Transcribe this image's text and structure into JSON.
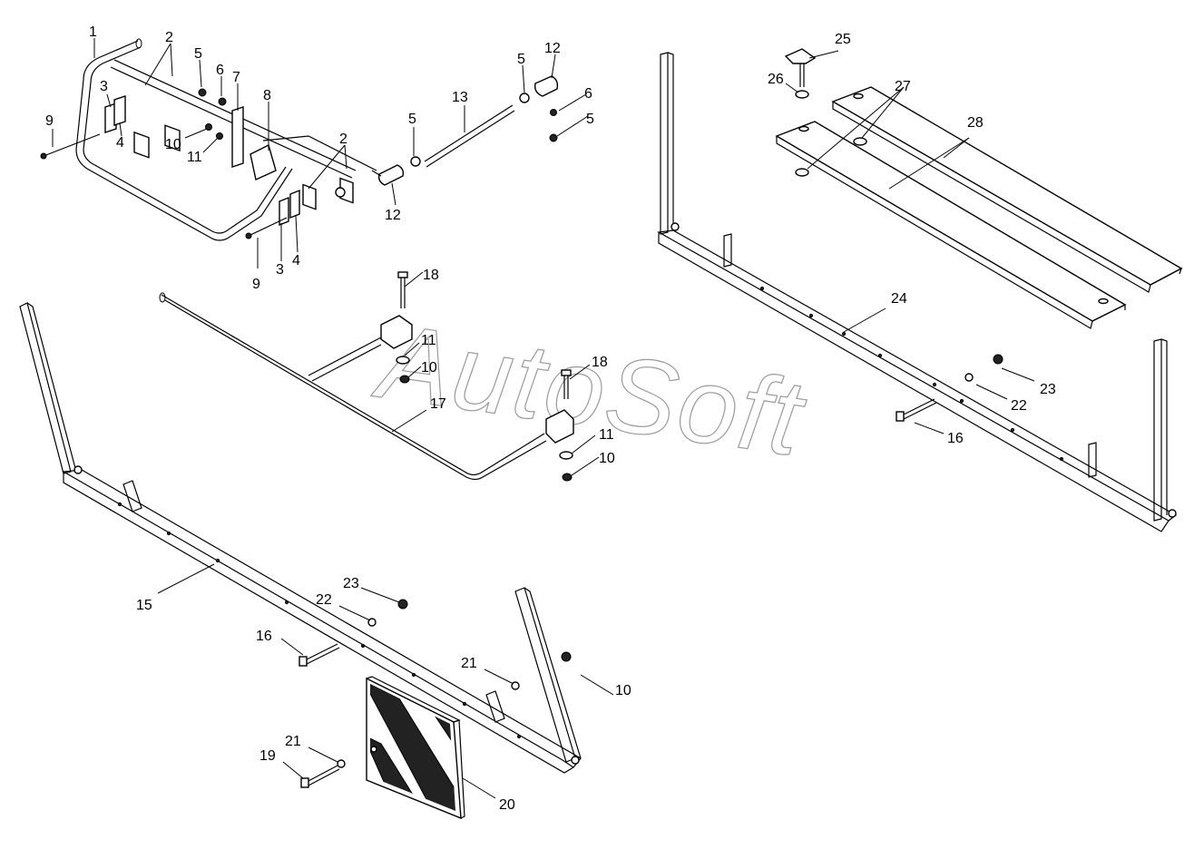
{
  "watermark": "AutoSoft",
  "callouts": [
    {
      "id": "c1",
      "text": "1"
    },
    {
      "id": "c2a",
      "text": "2"
    },
    {
      "id": "c2b",
      "text": "2"
    },
    {
      "id": "c3a",
      "text": "3"
    },
    {
      "id": "c3b",
      "text": "3"
    },
    {
      "id": "c4a",
      "text": "4"
    },
    {
      "id": "c4b",
      "text": "4"
    },
    {
      "id": "c5a",
      "text": "5"
    },
    {
      "id": "c5b",
      "text": "5"
    },
    {
      "id": "c5c",
      "text": "5"
    },
    {
      "id": "c5d",
      "text": "5"
    },
    {
      "id": "c6a",
      "text": "6"
    },
    {
      "id": "c6b",
      "text": "6"
    },
    {
      "id": "c7",
      "text": "7"
    },
    {
      "id": "c8",
      "text": "8"
    },
    {
      "id": "c9a",
      "text": "9"
    },
    {
      "id": "c9b",
      "text": "9"
    },
    {
      "id": "c10a",
      "text": "10"
    },
    {
      "id": "c10b",
      "text": "10"
    },
    {
      "id": "c10c",
      "text": "10"
    },
    {
      "id": "c10d",
      "text": "10"
    },
    {
      "id": "c11a",
      "text": "11"
    },
    {
      "id": "c11b",
      "text": "11"
    },
    {
      "id": "c11c",
      "text": "11"
    },
    {
      "id": "c12a",
      "text": "12"
    },
    {
      "id": "c12b",
      "text": "12"
    },
    {
      "id": "c13",
      "text": "13"
    },
    {
      "id": "c15",
      "text": "15"
    },
    {
      "id": "c16a",
      "text": "16"
    },
    {
      "id": "c16b",
      "text": "16"
    },
    {
      "id": "c17",
      "text": "17"
    },
    {
      "id": "c18a",
      "text": "18"
    },
    {
      "id": "c18b",
      "text": "18"
    },
    {
      "id": "c19",
      "text": "19"
    },
    {
      "id": "c20",
      "text": "20"
    },
    {
      "id": "c21a",
      "text": "21"
    },
    {
      "id": "c21b",
      "text": "21"
    },
    {
      "id": "c22a",
      "text": "22"
    },
    {
      "id": "c22b",
      "text": "22"
    },
    {
      "id": "c23a",
      "text": "23"
    },
    {
      "id": "c23b",
      "text": "23"
    },
    {
      "id": "c24",
      "text": "24"
    },
    {
      "id": "c25",
      "text": "25"
    },
    {
      "id": "c26",
      "text": "26"
    },
    {
      "id": "c27",
      "text": "27"
    },
    {
      "id": "c28",
      "text": "28"
    }
  ]
}
